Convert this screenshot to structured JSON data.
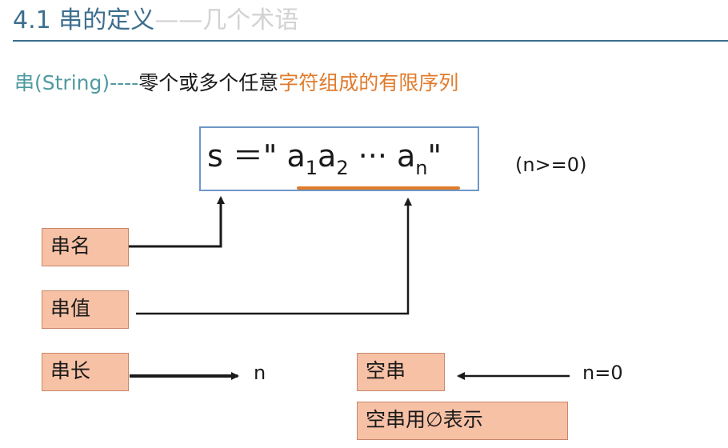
{
  "header": {
    "title": "4.1 串的定义",
    "subtitle": "——几个术语"
  },
  "definition": {
    "term": "串(String)----",
    "text": "零个或多个任意",
    "highlight": "字符组成的有限序列"
  },
  "formula": {
    "lhs": "s ＝\" ",
    "a1": "a",
    "sub1": "1",
    "a2": "a",
    "sub2": "2",
    "dots": " ··· ",
    "an": "a",
    "subn": "n",
    "close": "\""
  },
  "condition": "(n>=0)",
  "labels": {
    "name": "串名",
    "value": "串值",
    "length": "串长",
    "empty": "空串",
    "empty_symbol": "空串用∅表示"
  },
  "length_value": "n",
  "empty_value": "n=0",
  "colors": {
    "title": "#3c6e8f",
    "accent_orange": "#e07b2c",
    "teal": "#4f9aa0",
    "tag_fill": "#f7c1a6",
    "box_border": "#6f97c6"
  }
}
